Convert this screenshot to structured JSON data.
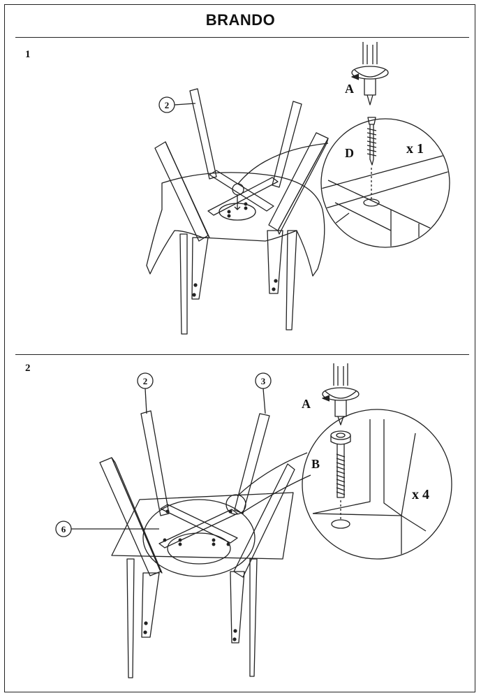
{
  "title": "BRANDO",
  "steps": [
    {
      "number": "1",
      "callouts": [
        "2"
      ],
      "tool_label": "A",
      "part_label": "D",
      "quantity": "x 1"
    },
    {
      "number": "2",
      "callouts": [
        "2",
        "3",
        "6"
      ],
      "tool_label": "A",
      "part_label": "B",
      "quantity": "x 4"
    }
  ]
}
